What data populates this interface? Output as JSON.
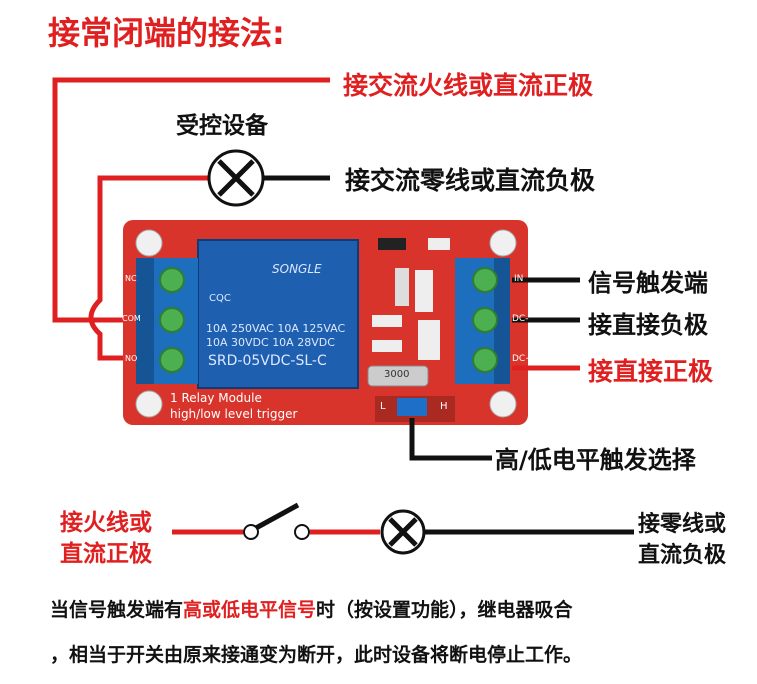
{
  "title": "接常闭端的接法:",
  "wire_labels": {
    "ac_live_or_dc_positive": "接交流火线或直流正极",
    "controlled_device": "受控设备",
    "ac_neutral_or_dc_negative": "接交流零线或直流负极",
    "signal_trigger": "信号触发端",
    "direct_negative": "接直接负极",
    "direct_positive": "接直接正极",
    "level_select": "高/低电平触发选择"
  },
  "board": {
    "brand": "SONGLE",
    "cqc": "CQC",
    "spec_row1": "10A 250VAC  10A 125VAC",
    "spec_row2": "10A  30VDC  10A  28VDC",
    "model": "SRD-05VDC-SL-C",
    "module_line1": "1 Relay  Module",
    "module_line2": "high/low level trigger",
    "pin_in": "IN",
    "pin_dc_minus": "DC-",
    "pin_dc_plus": "DC+",
    "pin_nc": "NC",
    "pin_com": "COM",
    "pin_no": "NO",
    "jumper_l": "L",
    "jumper_h": "H",
    "crystal": "3000"
  },
  "circuit": {
    "left_label_line1": "接火线或",
    "left_label_line2": "直流正极",
    "right_label_line1": "接零线或",
    "right_label_line2": "直流负极"
  },
  "description": {
    "line1_before": "当信号触发端有",
    "line1_highlight": "高或低电平信号",
    "line1_after": "时（按设置功能），继电器吸合",
    "line2": "，相当于开关由原来接通变为断开，此时设备将断电停止工作。"
  },
  "colors": {
    "red": "#e02020",
    "board": "#d9342b",
    "relay": "#1f5fb0",
    "terminal": "#1d6fbd",
    "black": "#111111"
  }
}
